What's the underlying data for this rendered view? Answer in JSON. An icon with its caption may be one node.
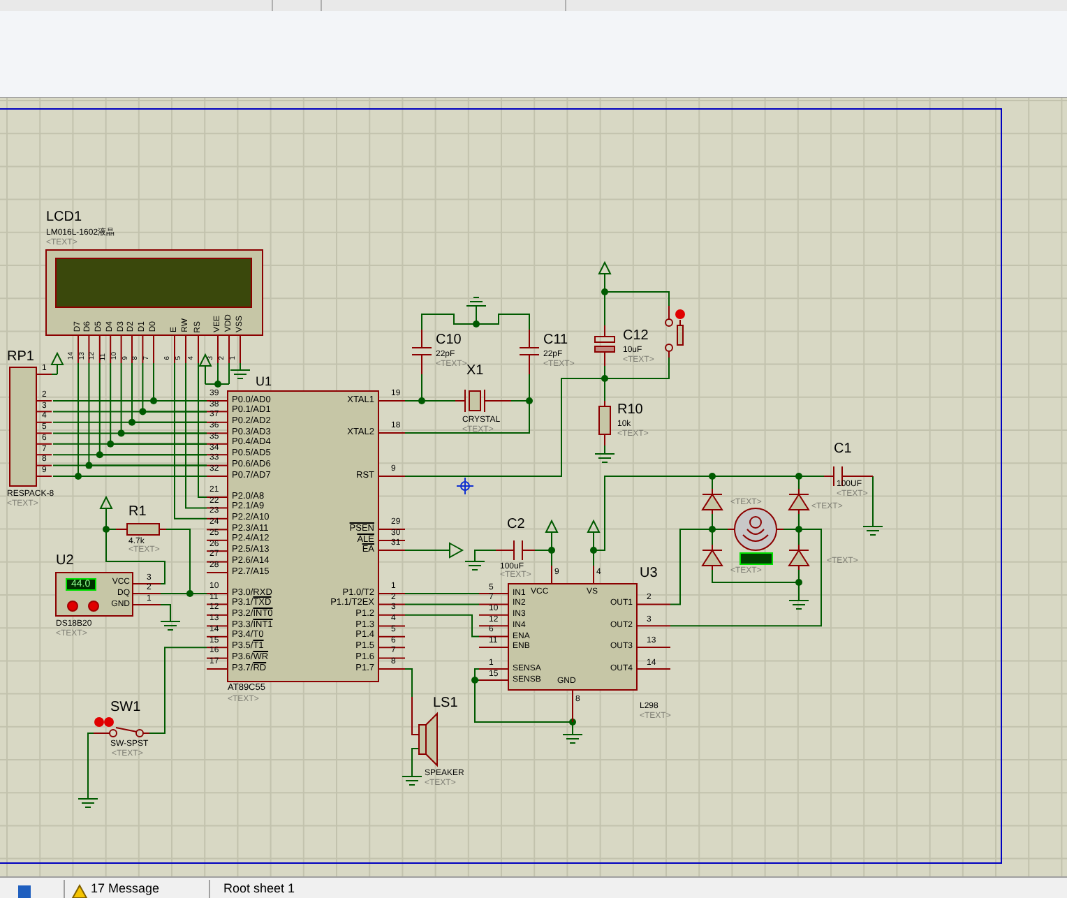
{
  "diagram": {
    "nodes": [
      {
        "text": [
          "LCD1",
          "LM016L-1602液晶",
          "<TEXT>",
          "D7",
          "D6",
          "D5",
          "D4",
          "D3",
          "D2",
          "D1",
          "D0",
          "E",
          "RW",
          "RS",
          "VEE",
          "VDD",
          "VSS",
          "14",
          "13",
          "12",
          "11",
          "10",
          "9",
          "8",
          "7",
          "6",
          "5",
          "4",
          "3",
          "2",
          "1"
        ]
      },
      {
        "text": [
          "RP1",
          "RESPACK-8",
          "<TEXT>",
          "1",
          "2",
          "3",
          "4",
          "5",
          "6",
          "7",
          "8",
          "9"
        ]
      },
      {
        "text": [
          "U1",
          "P0.0/AD0",
          "P0.1/AD1",
          "P0.2/AD2",
          "P0.3/AD3",
          "P0.4/AD4",
          "P0.5/AD5",
          "P0.6/AD6",
          "P0.7/AD7",
          "P2.0/A8",
          "P2.1/A9",
          "P2.2/A10",
          "P2.3/A11",
          "P2.4/A12",
          "P2.5/A13",
          "P2.6/A14",
          "P2.7/A15",
          "P3.0/RXD",
          "P3.1/TXD",
          "P3.2/INT0",
          "P3.3/INT1",
          "P3.4/T0",
          "P3.5/T1",
          "P3.6/WR",
          "P3.7/RD",
          "XTAL1",
          "XTAL2",
          "RST",
          "PSEN",
          "ALE",
          "EA",
          "P1.0/T2",
          "P1.1/T2EX",
          "P1.2",
          "P1.3",
          "P1.4",
          "P1.5",
          "P1.6",
          "P1.7",
          "AT89C55",
          "<TEXT>",
          "39",
          "38",
          "37",
          "36",
          "35",
          "34",
          "33",
          "32",
          "21",
          "22",
          "23",
          "24",
          "25",
          "26",
          "27",
          "28",
          "10",
          "11",
          "12",
          "13",
          "14",
          "15",
          "16",
          "17",
          "19",
          "18",
          "9",
          "29",
          "30",
          "31",
          "1",
          "2",
          "3",
          "4",
          "5",
          "6",
          "7",
          "8"
        ]
      },
      {
        "text": [
          "C10",
          "22pF",
          "<TEXT>"
        ]
      },
      {
        "text": [
          "X1",
          "CRYSTAL",
          "<TEXT>"
        ]
      },
      {
        "text": [
          "C11",
          "22pF",
          "<TEXT>"
        ]
      },
      {
        "text": [
          "C12",
          "10uF",
          "<TEXT>"
        ]
      },
      {
        "text": [],
        "shape": "picture"
      },
      {
        "text": [
          "R10",
          "10k",
          "<TEXT>"
        ]
      },
      {
        "text": [
          "R1",
          "4.7k",
          "<TEXT>"
        ]
      },
      {
        "text": [
          "U2",
          "44.0",
          "VCC",
          "DQ",
          "GND",
          "DS18B20",
          "<TEXT>",
          "3",
          "2",
          "1"
        ]
      },
      {
        "text": [
          "C2",
          "100uF",
          "<TEXT>"
        ]
      },
      {
        "text": [
          "U3",
          "IN1",
          "IN2",
          "IN3",
          "IN4",
          "ENA",
          "ENB",
          "SENSA",
          "SENSB",
          "VCC",
          "VS",
          "OUT1",
          "OUT2",
          "OUT3",
          "OUT4",
          "GND",
          "L298",
          "<TEXT>",
          "5",
          "7",
          "10",
          "12",
          "6",
          "11",
          "1",
          "15",
          "9",
          "4",
          "2",
          "3",
          "13",
          "14",
          "8"
        ]
      },
      {
        "text": [
          "LS1",
          "SPEAKER",
          "<TEXT>"
        ]
      },
      {
        "text": [
          "SW1",
          "SW-SPST",
          "<TEXT>"
        ]
      },
      {
        "text": [
          "C1",
          "100UF",
          "<TEXT>"
        ]
      },
      {
        "text": [],
        "shape": "picture"
      },
      {
        "text": [
          "<TEXT>"
        ]
      },
      {
        "text": [
          "<TEXT>",
          "<TEXT>"
        ]
      },
      {
        "text": [],
        "shape": "picture"
      },
      {
        "text": [
          "<TEXT>"
        ]
      },
      {
        "text": [],
        "shape": "triangle"
      }
    ],
    "edges": [
      {
        "from": 1,
        "to": 2,
        "arrow": "none"
      },
      {
        "from": 1,
        "to": 2,
        "arrow": "none"
      },
      {
        "from": 1,
        "to": 2,
        "arrow": "none"
      },
      {
        "from": 1,
        "to": 2,
        "arrow": "none"
      },
      {
        "from": 1,
        "to": 2,
        "arrow": "none"
      },
      {
        "from": 1,
        "to": 2,
        "arrow": "none"
      },
      {
        "from": 1,
        "to": 2,
        "arrow": "none"
      },
      {
        "from": 1,
        "to": 2,
        "arrow": "none"
      },
      {
        "from": 0,
        "to": 2,
        "arrow": "none"
      },
      {
        "from": 0,
        "to": 2,
        "arrow": "none"
      },
      {
        "from": 0,
        "to": 2,
        "arrow": "none"
      },
      {
        "from": 0,
        "to": 2,
        "arrow": "none"
      },
      {
        "from": 0,
        "to": 2,
        "arrow": "none"
      },
      {
        "from": 0,
        "to": 2,
        "arrow": "none"
      },
      {
        "from": 0,
        "to": 2,
        "arrow": "none"
      },
      {
        "from": 0,
        "to": 2,
        "arrow": "none"
      },
      {
        "from": 0,
        "to": 2,
        "arrow": "none"
      },
      {
        "from": 0,
        "to": 2,
        "arrow": "none"
      },
      {
        "from": 0,
        "to": 2,
        "arrow": "none"
      },
      {
        "from": 2,
        "to": 4,
        "arrow": "none"
      },
      {
        "from": 2,
        "to": 4,
        "arrow": "none"
      },
      {
        "from": 3,
        "to": 4,
        "arrow": "none"
      },
      {
        "from": 5,
        "to": 4,
        "arrow": "none"
      },
      {
        "from": 3,
        "to": 5,
        "arrow": "none"
      },
      {
        "from": 2,
        "to": 8,
        "arrow": "none"
      },
      {
        "from": 6,
        "to": 8,
        "arrow": "none"
      },
      {
        "from": 7,
        "to": 6,
        "arrow": "none"
      },
      {
        "from": 7,
        "to": 8,
        "arrow": "none"
      },
      {
        "from": 10,
        "to": 2,
        "arrow": "none"
      },
      {
        "from": 9,
        "to": 2,
        "arrow": "none"
      },
      {
        "from": 10,
        "to": 9,
        "arrow": "none"
      },
      {
        "from": 2,
        "to": 14,
        "arrow": "none"
      },
      {
        "from": 11,
        "to": 12,
        "arrow": "none"
      },
      {
        "from": 2,
        "to": 12,
        "arrow": "none"
      },
      {
        "from": 2,
        "to": 12,
        "arrow": "none"
      },
      {
        "from": 2,
        "to": 12,
        "arrow": "none"
      },
      {
        "from": 2,
        "to": 13,
        "arrow": "none"
      },
      {
        "from": 12,
        "to": 16,
        "arrow": "none"
      },
      {
        "from": 16,
        "to": 17,
        "arrow": "none"
      },
      {
        "from": 16,
        "to": 18,
        "arrow": "none"
      },
      {
        "from": 19,
        "to": 18,
        "arrow": "none"
      },
      {
        "from": 19,
        "to": 20,
        "arrow": "none"
      },
      {
        "from": 17,
        "to": 18,
        "arrow": "none"
      },
      {
        "from": 20,
        "to": 18,
        "arrow": "none"
      },
      {
        "from": 17,
        "to": 15,
        "arrow": "none"
      },
      {
        "from": 12,
        "to": 18,
        "arrow": "none"
      },
      {
        "from": 12,
        "to": 18,
        "arrow": "none"
      },
      {
        "from": 2,
        "to": 21,
        "arrow": "none"
      }
    ],
    "labels": [
      "17 Message",
      "Root sheet 1"
    ]
  }
}
